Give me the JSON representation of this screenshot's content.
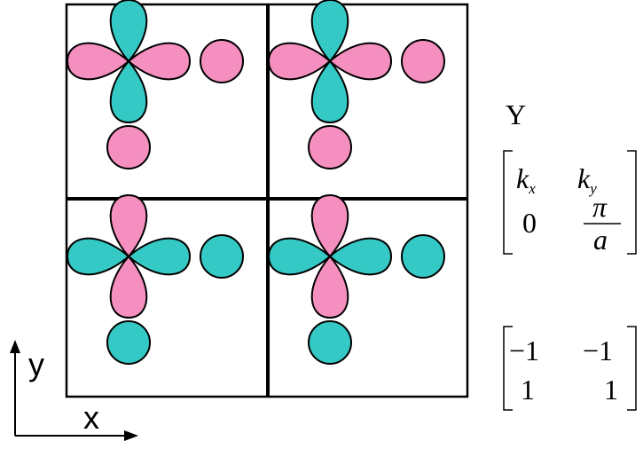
{
  "colors": {
    "pink": "#f58fbf",
    "teal": "#35c9c6",
    "stroke": "#000000",
    "background": "#ffffff"
  },
  "axes": {
    "y_label": "y",
    "x_label": "x"
  },
  "cells": [
    {
      "row": "top",
      "col": "left",
      "lobe_vertical_color": "teal",
      "lobe_horizontal_color": "pink",
      "circle_color": "pink"
    },
    {
      "row": "top",
      "col": "right",
      "lobe_vertical_color": "teal",
      "lobe_horizontal_color": "pink",
      "circle_color": "pink"
    },
    {
      "row": "bottom",
      "col": "left",
      "lobe_vertical_color": "pink",
      "lobe_horizontal_color": "teal",
      "circle_color": "teal"
    },
    {
      "row": "bottom",
      "col": "right",
      "lobe_vertical_color": "pink",
      "lobe_horizontal_color": "teal",
      "circle_color": "teal"
    }
  ],
  "annotation": {
    "point_label": "Y",
    "kx_base": "k",
    "kx_sub": "x",
    "ky_base": "k",
    "ky_sub": "y",
    "kx_value": "0",
    "ky_numerator": "π",
    "ky_denominator": "a",
    "matrix2": {
      "r1c1": "−1",
      "r1c2": "−1",
      "r2c1": "1",
      "r2c2": "1"
    }
  }
}
